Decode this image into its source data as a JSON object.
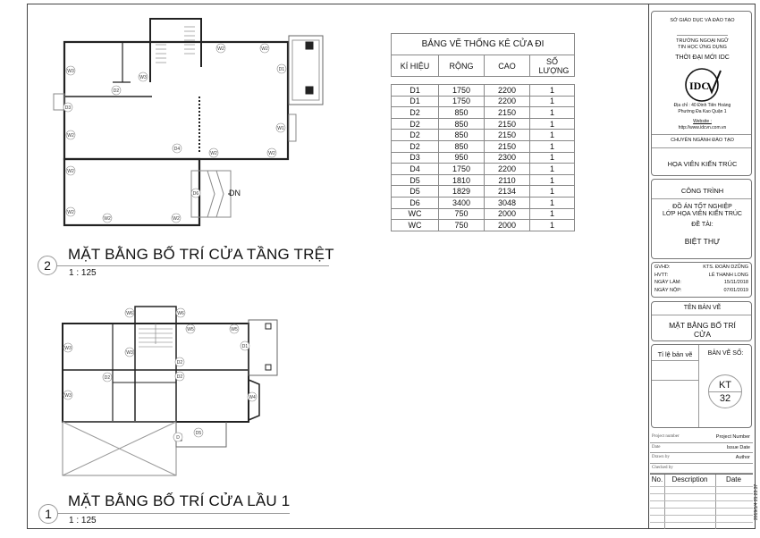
{
  "door_schedule": {
    "title": "BẢNG VẼ THỐNG KÊ CỬA ĐI",
    "headers": [
      "KÍ HIỆU",
      "RỘNG",
      "CAO",
      "SỐ LƯỢNG"
    ],
    "rows": [
      [
        "D1",
        "1750",
        "2200",
        "1"
      ],
      [
        "D1",
        "1750",
        "2200",
        "1"
      ],
      [
        "D2",
        "850",
        "2150",
        "1"
      ],
      [
        "D2",
        "850",
        "2150",
        "1"
      ],
      [
        "D2",
        "850",
        "2150",
        "1"
      ],
      [
        "D2",
        "850",
        "2150",
        "1"
      ],
      [
        "D3",
        "950",
        "2300",
        "1"
      ],
      [
        "D4",
        "1750",
        "2200",
        "1"
      ],
      [
        "D5",
        "1810",
        "2110",
        "1"
      ],
      [
        "D5",
        "1829",
        "2134",
        "1"
      ],
      [
        "D6",
        "3400",
        "3048",
        "1"
      ],
      [
        "WC",
        "750",
        "2000",
        "1"
      ],
      [
        "WC",
        "750",
        "2000",
        "1"
      ]
    ]
  },
  "views": [
    {
      "number": "2",
      "title": "MẶT BẰNG BỐ TRÍ CỬA TẦNG TRỆT",
      "scale": "1 : 125",
      "tags": [
        "W2",
        "W2",
        "W3",
        "W3",
        "D2",
        "D3",
        "D1",
        "W1",
        "W2",
        "D4",
        "W2",
        "W2",
        "W2",
        "W2",
        "W2",
        "W2",
        "D6"
      ],
      "stair_label": "DN"
    },
    {
      "number": "1",
      "title": "MẶT BẰNG BỐ TRÍ CỬA LẦU 1",
      "scale": "1 : 125",
      "tags": [
        "W6",
        "W6",
        "W5",
        "W5",
        "W3",
        "W3",
        "W3",
        "D2",
        "D2",
        "D2",
        "D1",
        "W4",
        "D5",
        "D"
      ]
    }
  ],
  "title_block": {
    "dept": "SỞ GIÁO DỤC VÀ ĐÀO TẠO",
    "school_1": "TRƯỜNG NGOẠI NGỮ",
    "school_2": "TIN HỌC ỨNG DỤNG",
    "school_3": "THỜI ĐẠI MỚI IDC",
    "logo_text": "IDC",
    "address_1": "Địa chỉ : 40 Đinh Tiên Hoàng",
    "address_2": "Phường Đa Kao Quận 1",
    "website_label": "Website :",
    "website": "http://www.idcvn.com.vn",
    "major_label": "CHUYÊN NGÀNH ĐÀO TẠO",
    "major": "HỌA VIÊN KIẾN TRÚC",
    "project_label": "CÔNG TRÌNH",
    "project_1": "ĐỒ ÁN TỐT NGHIỆP",
    "project_2": "LỚP HỌA VIÊN KIẾN TRÚC",
    "topic_label": "ĐỀ TÀI:",
    "topic": "BIỆT THỰ",
    "info": [
      [
        "GVHD:",
        "KTS. ĐOÀN DZŨNG"
      ],
      [
        "HVTT:",
        "LÊ THANH LONG"
      ],
      [
        "NGÀY LÀM:",
        "15/11/2018"
      ],
      [
        "NGÀY NỘP:",
        "07/01/2019"
      ]
    ],
    "drawing_name_label": "TÊN BẢN VẼ",
    "drawing_name_1": "MẶT BẰNG BỐ TRÍ",
    "drawing_name_2": "CỬA",
    "scale_label": "Tỉ lệ bản vẽ",
    "sheet_no_label": "BẢN VẼ SỐ:",
    "sheet_prefix": "KT",
    "sheet_number": "32",
    "meta": [
      [
        "Project number",
        "Project Number"
      ],
      [
        "Date",
        "Issue Date"
      ],
      [
        "Drawn by",
        "Author"
      ],
      [
        "Checked by",
        ""
      ]
    ],
    "revision_headers": [
      "No.",
      "Description",
      "Date"
    ],
    "timestamp": "2019/1/4 21:23:37"
  }
}
